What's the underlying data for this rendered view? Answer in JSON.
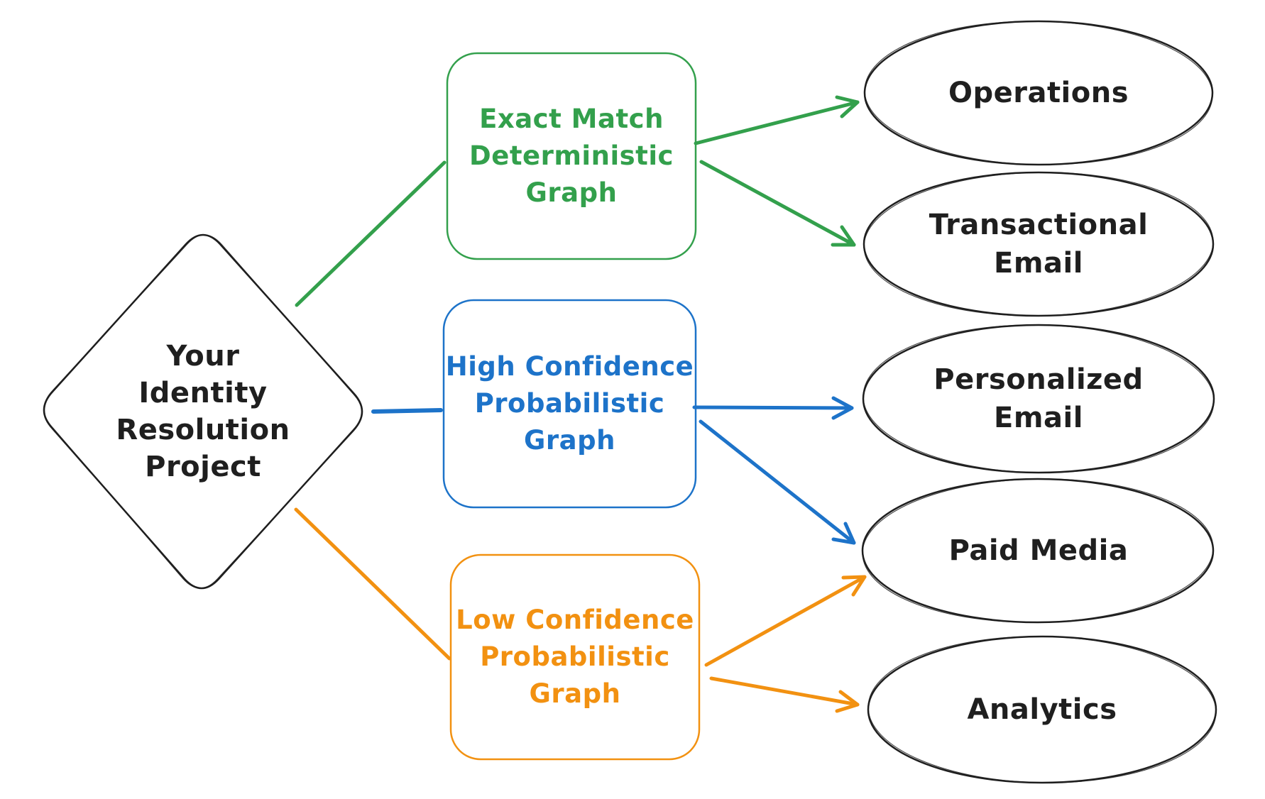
{
  "colors": {
    "background": "#ffffff",
    "ink": "#1f1f1f",
    "green": "#33a04c",
    "blue": "#1d73c9",
    "orange": "#f29111"
  },
  "diagram": {
    "source": {
      "id": "your-identity-resolution-project",
      "label": "Your\nIdentity\nResolution\nProject",
      "shape": "diamond"
    },
    "graphs": [
      {
        "id": "exact-match-deterministic-graph",
        "label": "Exact Match\nDeterministic\nGraph",
        "color": "green",
        "shape": "rounded-rectangle"
      },
      {
        "id": "high-confidence-probabilistic-graph",
        "label": "High Confidence\nProbabilistic\nGraph",
        "color": "blue",
        "shape": "rounded-rectangle"
      },
      {
        "id": "low-confidence-probabilistic-graph",
        "label": "Low Confidence\nProbabilistic\nGraph",
        "color": "orange",
        "shape": "rounded-rectangle"
      }
    ],
    "destinations": [
      {
        "id": "operations",
        "label": "Operations",
        "shape": "ellipse"
      },
      {
        "id": "transactional-email",
        "label": "Transactional\nEmail",
        "shape": "ellipse"
      },
      {
        "id": "personalized-email",
        "label": "Personalized\nEmail",
        "shape": "ellipse"
      },
      {
        "id": "paid-media",
        "label": "Paid Media",
        "shape": "ellipse"
      },
      {
        "id": "analytics",
        "label": "Analytics",
        "shape": "ellipse"
      }
    ],
    "edges": [
      {
        "from": "your-identity-resolution-project",
        "to": "exact-match-deterministic-graph",
        "color": "green",
        "arrowhead": false
      },
      {
        "from": "your-identity-resolution-project",
        "to": "high-confidence-probabilistic-graph",
        "color": "blue",
        "arrowhead": false
      },
      {
        "from": "your-identity-resolution-project",
        "to": "low-confidence-probabilistic-graph",
        "color": "orange",
        "arrowhead": false
      },
      {
        "from": "exact-match-deterministic-graph",
        "to": "operations",
        "color": "green",
        "arrowhead": true
      },
      {
        "from": "exact-match-deterministic-graph",
        "to": "transactional-email",
        "color": "green",
        "arrowhead": true
      },
      {
        "from": "high-confidence-probabilistic-graph",
        "to": "personalized-email",
        "color": "blue",
        "arrowhead": true
      },
      {
        "from": "high-confidence-probabilistic-graph",
        "to": "paid-media",
        "color": "blue",
        "arrowhead": true
      },
      {
        "from": "low-confidence-probabilistic-graph",
        "to": "paid-media",
        "color": "orange",
        "arrowhead": true
      },
      {
        "from": "low-confidence-probabilistic-graph",
        "to": "analytics",
        "color": "orange",
        "arrowhead": true
      }
    ]
  }
}
